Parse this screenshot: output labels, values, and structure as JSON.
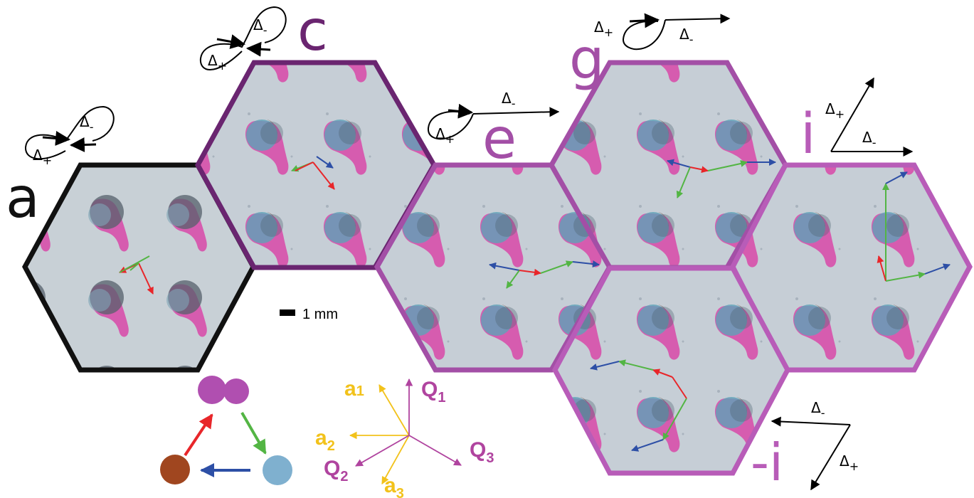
{
  "panels": [
    {
      "letter": "a",
      "color": "#111111",
      "diagram": "figure8"
    },
    {
      "letter": "c",
      "color": "#6a2570",
      "diagram": "figure8"
    },
    {
      "letter": "e",
      "color": "#a34fa6",
      "diagram": "loop-line"
    },
    {
      "letter": "g",
      "color": "#a34fa6",
      "diagram": "loop-line"
    },
    {
      "letter": "i",
      "color": "#b85cb8",
      "diagram": "angle-up"
    },
    {
      "letter": "-i",
      "color": "#b85cb8",
      "diagram": "angle-down"
    }
  ],
  "delta_labels": {
    "plus": "Δ+",
    "minus": "Δ-"
  },
  "scale_bar": {
    "label": "1 mm"
  },
  "lattice_vectors": {
    "a": [
      "a1",
      "a2",
      "a3"
    ],
    "Q": [
      "Q1",
      "Q2",
      "Q3"
    ],
    "a_color": "#f2c21b",
    "q_color": "#b0449f"
  },
  "cycle_diagram": {
    "top_color": "#b04fb0",
    "left_color": "#a0461f",
    "right_color": "#7fb0cf",
    "arrow_colors": [
      "#e8262a",
      "#53b544",
      "#2d4fa6"
    ]
  },
  "colors": {
    "tile_bg": "#c4cdd6",
    "drop_magenta": "#d948a8",
    "drop_teal": "#5ea3b8",
    "drop_dark": "#5a3020",
    "vector_red": "#e8262a",
    "vector_green": "#53b544",
    "vector_blue": "#2d4fa6"
  }
}
